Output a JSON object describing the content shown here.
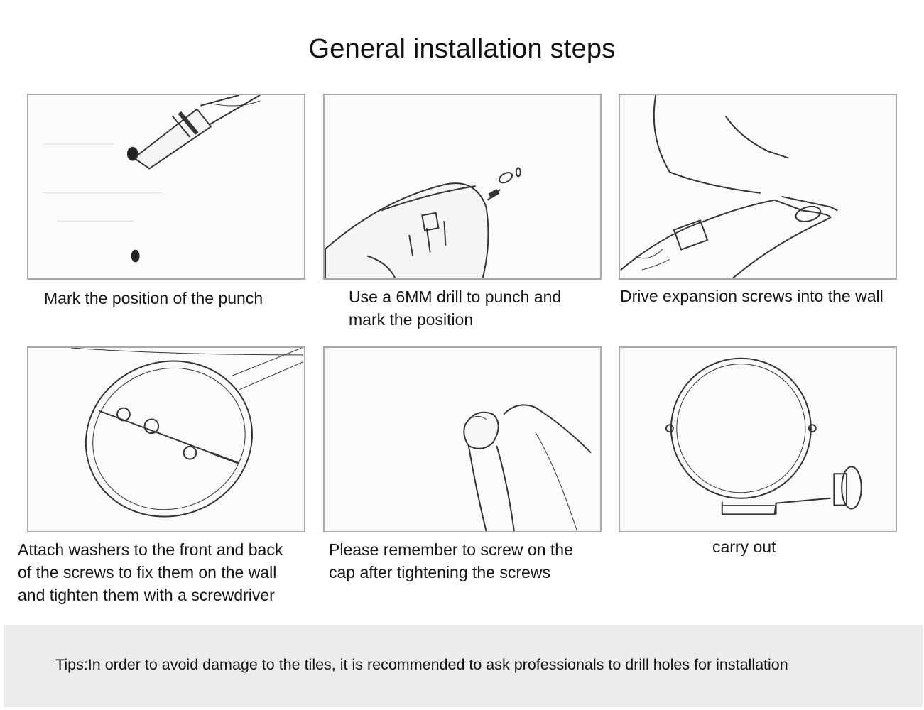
{
  "title": "General installation steps",
  "steps": [
    {
      "caption": "Mark the position of the punch",
      "illustration": "marker-pen-on-wall"
    },
    {
      "caption_line1": "Use a 6MM drill to punch and",
      "caption_line2": "mark the position",
      "illustration": "electric-drill"
    },
    {
      "caption": "Drive expansion screws into the wall",
      "illustration": "hand-inserting-anchor"
    },
    {
      "caption_line1": "Attach washers to the front and back",
      "caption_line2": "of the screws to fix them on the wall",
      "caption_line3": "and tighten them with a screwdriver",
      "illustration": "screwdriver-through-ring"
    },
    {
      "caption_line1": "Please remember to screw on the",
      "caption_line2": "cap after tightening the screws",
      "illustration": "fingers-screwing-cap"
    },
    {
      "caption": "carry out",
      "illustration": "wall-mounted-mirror"
    }
  ],
  "tips": "Tips:In order to avoid damage to the tiles, it is recommended to ask professionals to drill holes for installation",
  "colors": {
    "frame_border": "#a9a9a9",
    "tips_background": "#ececec",
    "sketch_stroke": "#333333"
  }
}
